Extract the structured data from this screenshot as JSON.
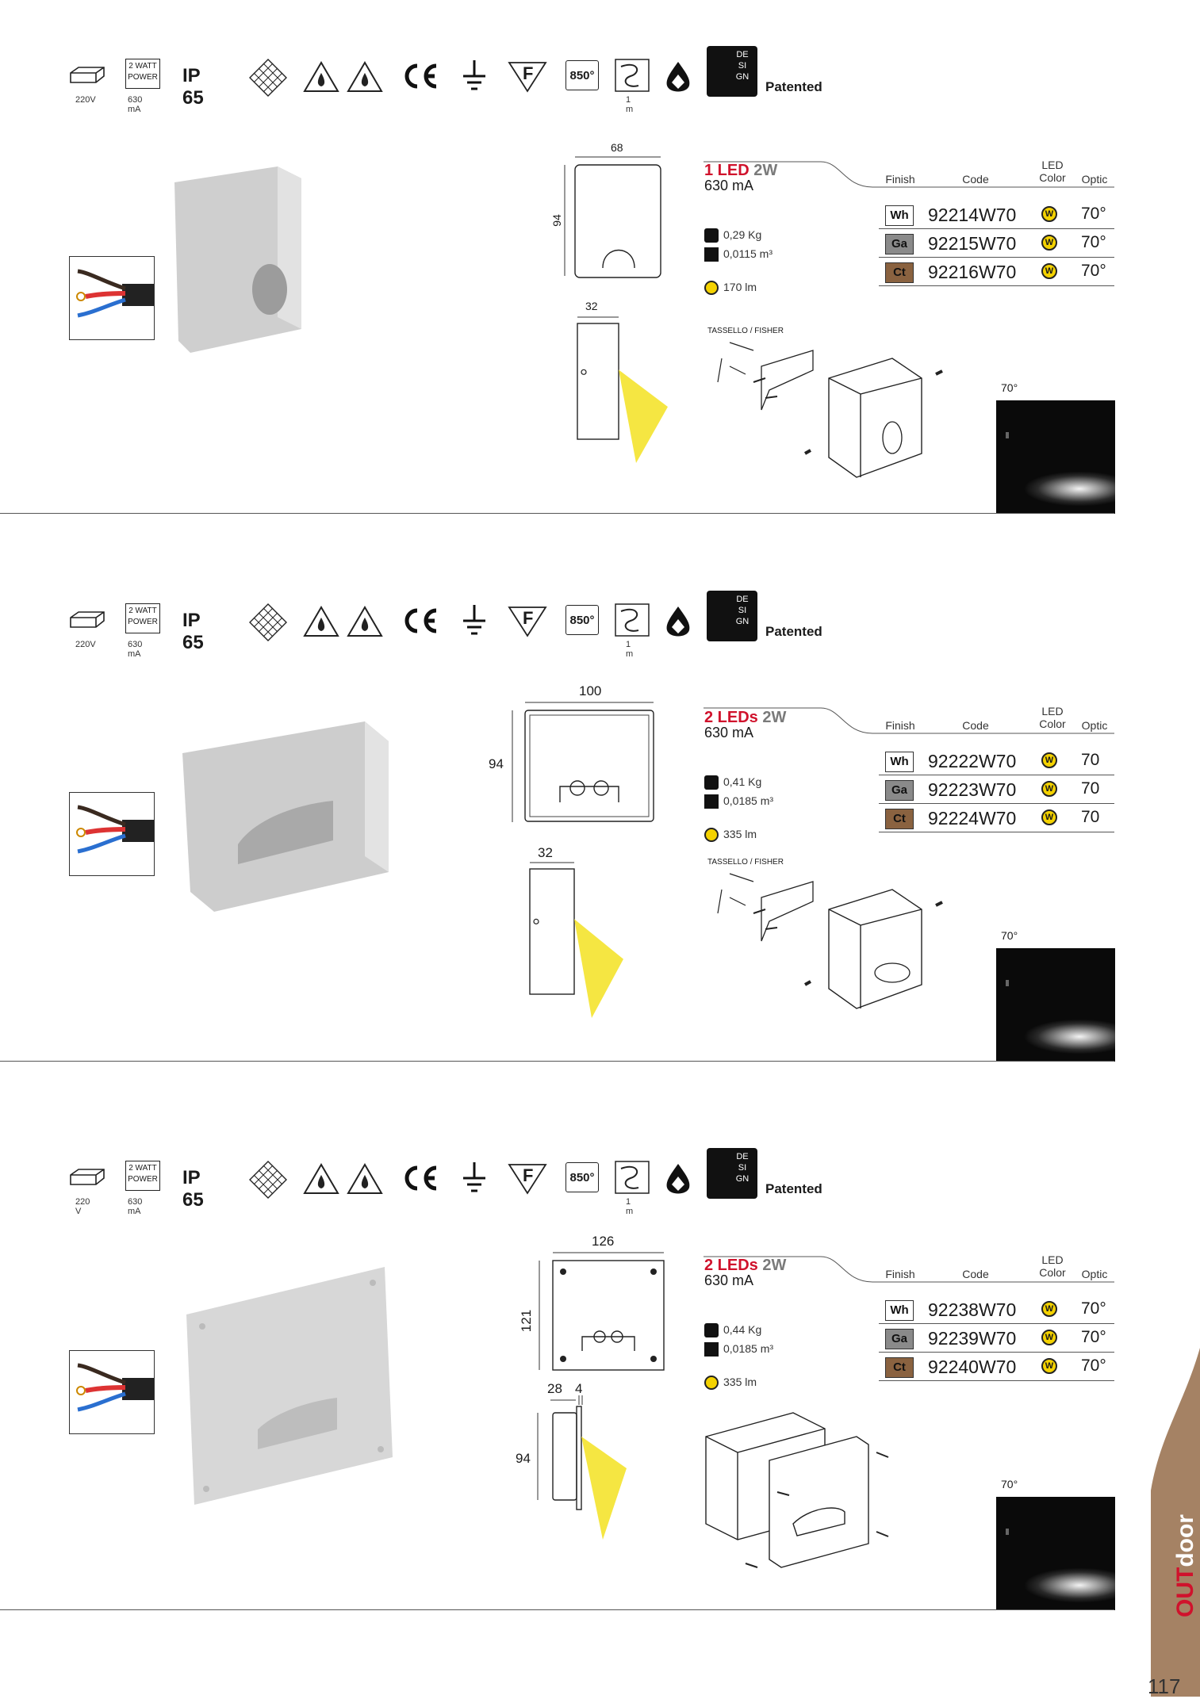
{
  "icons": {
    "voltage": "220V",
    "power_label_1": "2 WATT",
    "power_label_2": "POWER",
    "current": "630 mA",
    "ip_rating": "IP 65",
    "temperature": "850°",
    "cable_length": "1 m",
    "class_f": "F",
    "design_1": "DE",
    "design_2": "SI",
    "design_3": "GN",
    "patented": "Patented",
    "icon_names": [
      "drivers-box-icon",
      "power-icon",
      "grid-diamond-icon",
      "water-drop-triangle-icon",
      "water-drop-triangle-icon",
      "ce-mark-icon",
      "ground-icon",
      "class-f-icon",
      "glow-wire-icon",
      "cable-icon",
      "water-resistant-icon",
      "design-icon"
    ]
  },
  "table_headers": {
    "finish": "Finish",
    "code": "Code",
    "led_color_1": "LED",
    "led_color_2": "Color",
    "optic": "Optic"
  },
  "products": [
    {
      "title_leds": "1 LED",
      "title_watt": "2W",
      "current": "630 mA",
      "width_dim": "68",
      "height_dim": "94",
      "depth_dim": "32",
      "extra_dim": "",
      "weight": "0,29 Kg",
      "volume": "0,0115 m³",
      "lumens": "170 lm",
      "fisher_label": "TASSELLO / FISHER",
      "beam_angle": "70°",
      "rows": [
        {
          "finish": "Wh",
          "code": "92214W70",
          "led": "W",
          "optic": "70°"
        },
        {
          "finish": "Ga",
          "code": "92215W70",
          "led": "W",
          "optic": "70°"
        },
        {
          "finish": "Ct",
          "code": "92216W70",
          "led": "W",
          "optic": "70°"
        }
      ]
    },
    {
      "title_leds": "2 LEDs",
      "title_watt": "2W",
      "current": "630 mA",
      "width_dim": "100",
      "height_dim": "94",
      "depth_dim": "32",
      "extra_dim": "",
      "weight": "0,41 Kg",
      "volume": "0,0185 m³",
      "lumens": "335  lm",
      "fisher_label": "TASSELLO / FISHER",
      "beam_angle": "70°",
      "rows": [
        {
          "finish": "Wh",
          "code": "92222W70",
          "led": "W",
          "optic": "70"
        },
        {
          "finish": "Ga",
          "code": "92223W70",
          "led": "W",
          "optic": "70"
        },
        {
          "finish": "Ct",
          "code": "92224W70",
          "led": "W",
          "optic": "70"
        }
      ]
    },
    {
      "title_leds": "2 LEDs",
      "title_watt": "2W",
      "current": "630 mA",
      "width_dim": "126",
      "height_dim": "121",
      "depth_dim": "28",
      "extra_dim": "4",
      "side_height_dim": "94",
      "weight": "0,44 Kg",
      "volume": "0,0185 m³",
      "lumens": "335 lm",
      "fisher_label": "",
      "beam_angle": "70°",
      "voltage_label": "220 V",
      "rows": [
        {
          "finish": "Wh",
          "code": "92238W70",
          "led": "W",
          "optic": "70°"
        },
        {
          "finish": "Ga",
          "code": "92239W70",
          "led": "W",
          "optic": "70°"
        },
        {
          "finish": "Ct",
          "code": "92240W70",
          "led": "W",
          "optic": "70°"
        }
      ]
    }
  ],
  "finish_colors": {
    "Wh": "#ffffff",
    "Ga": "#8a8a8a",
    "Ct": "#8a6240"
  },
  "accent_red": "#d0122c",
  "side_tab": {
    "prefix": "OUT",
    "suffix": "door",
    "color": "#a58264"
  },
  "page_number": "117"
}
